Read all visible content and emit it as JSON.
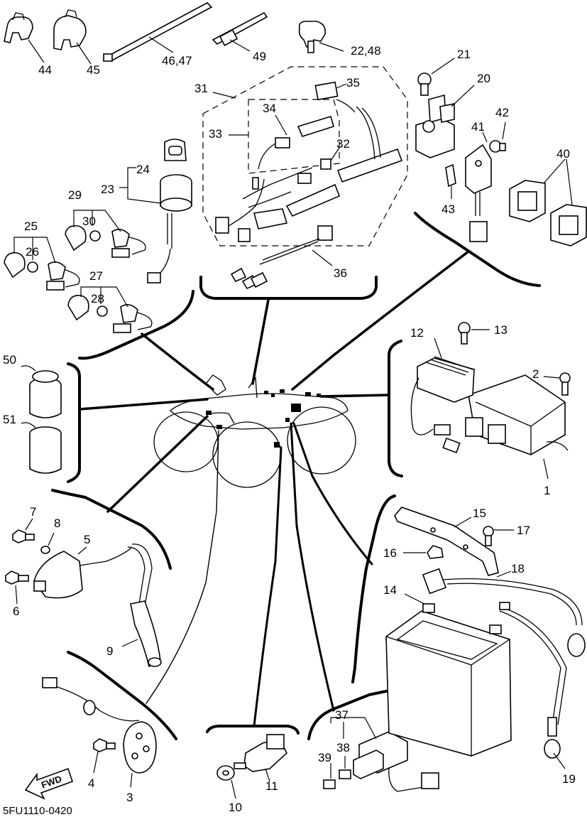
{
  "diagram": {
    "drawing_code": "5FU1110-0420",
    "fwd_label": "FWD",
    "parts": {
      "p1": "1",
      "p2": "2",
      "p3": "3",
      "p4": "4",
      "p5": "5",
      "p6": "6",
      "p7": "7",
      "p8": "8",
      "p9": "9",
      "p10": "10",
      "p11": "11",
      "p12": "12",
      "p13": "13",
      "p14": "14",
      "p15": "15",
      "p16": "16",
      "p17": "17",
      "p18": "18",
      "p19": "19",
      "p20": "20",
      "p21": "21",
      "p22_48": "22,48",
      "p23": "23",
      "p24": "24",
      "p25": "25",
      "p26": "26",
      "p27": "27",
      "p28": "28",
      "p29": "29",
      "p30": "30",
      "p31": "31",
      "p32": "32",
      "p33": "33",
      "p34": "34",
      "p35": "35",
      "p36": "36",
      "p37": "37",
      "p38": "38",
      "p39": "39",
      "p40": "40",
      "p41": "41",
      "p42": "42",
      "p43": "43",
      "p44": "44",
      "p45": "45",
      "p46_47": "46,47",
      "p49": "49",
      "p50": "50",
      "p51": "51"
    }
  }
}
